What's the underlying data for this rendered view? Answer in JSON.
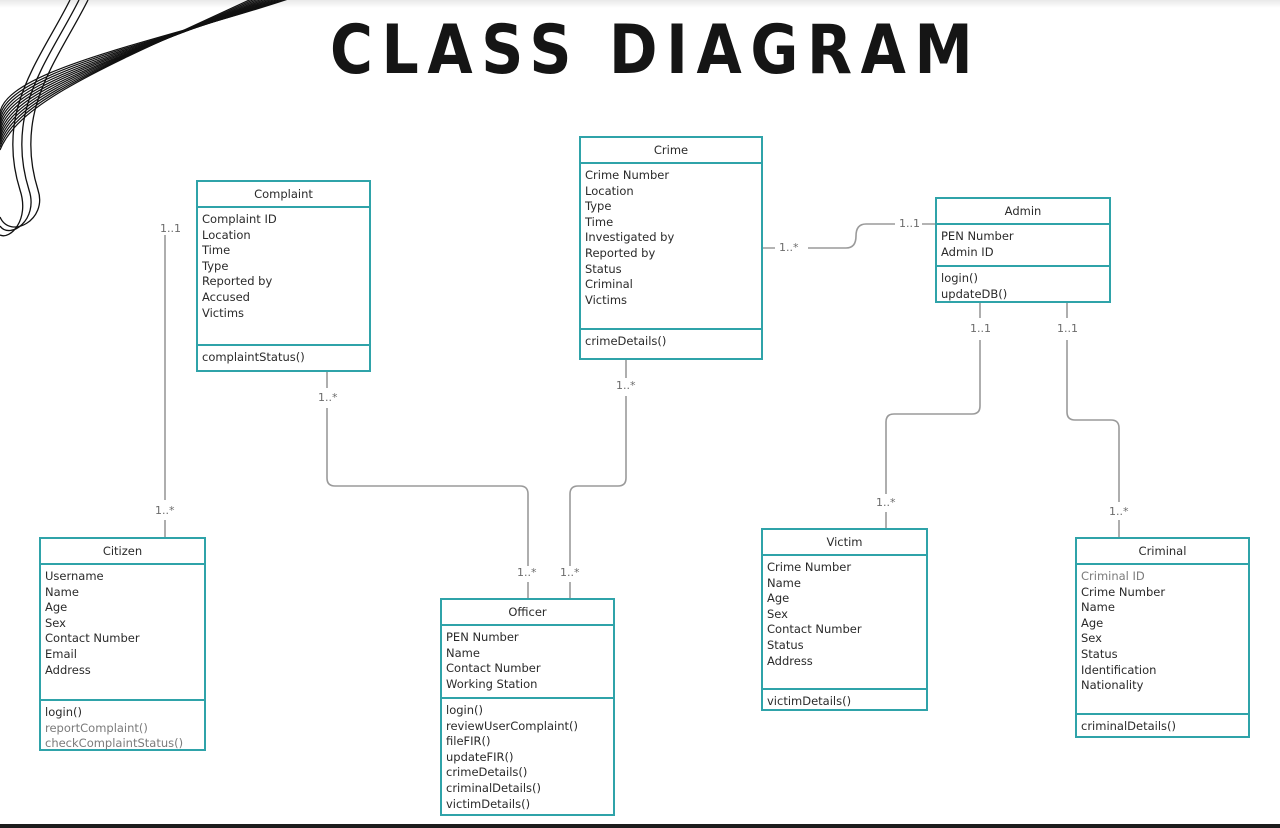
{
  "title": "CLASS DIAGRAM",
  "colors": {
    "box_border": "#2fa3a9",
    "line": "#9a9a9a",
    "title": "#151515"
  },
  "classes": {
    "complaint": {
      "name": "Complaint",
      "attributes": [
        "Complaint ID",
        "Location",
        "Time",
        "Type",
        "Reported by",
        "Accused",
        "Victims"
      ],
      "operations": [
        "complaintStatus()"
      ]
    },
    "crime": {
      "name": "Crime",
      "attributes": [
        "Crime Number",
        "Location",
        "Type",
        "Time",
        "Investigated by",
        "Reported by",
        "Status",
        "Criminal",
        "Victims"
      ],
      "operations": [
        "crimeDetails()"
      ]
    },
    "admin": {
      "name": "Admin",
      "attributes": [
        "PEN Number",
        "Admin ID"
      ],
      "operations": [
        "login()",
        "updateDB()"
      ]
    },
    "citizen": {
      "name": "Citizen",
      "attributes": [
        "Username",
        "Name",
        "Age",
        "Sex",
        "Contact Number",
        "Email",
        "Address"
      ],
      "operations": [
        "login()",
        "reportComplaint()",
        "checkComplaintStatus()"
      ]
    },
    "officer": {
      "name": "Officer",
      "attributes": [
        "PEN Number",
        "Name",
        "Contact Number",
        "Working Station"
      ],
      "operations": [
        "login()",
        "reviewUserComplaint()",
        "fileFIR()",
        "updateFIR()",
        "crimeDetails()",
        "criminalDetails()",
        "victimDetails()"
      ]
    },
    "victim": {
      "name": "Victim",
      "attributes": [
        "Crime Number",
        "Name",
        "Age",
        "Sex",
        "Contact Number",
        "Status",
        "Address"
      ],
      "operations": [
        "victimDetails()"
      ]
    },
    "criminal": {
      "name": "Criminal",
      "attributes": [
        "Criminal ID",
        "Crime Number",
        "Name",
        "Age",
        "Sex",
        "Status",
        "Identification",
        "Nationality"
      ],
      "operations": [
        "criminalDetails()"
      ]
    }
  },
  "multiplicities": {
    "complaint_citizen_top": "1..1",
    "complaint_citizen_bottom": "1..*",
    "complaint_officer_top": "1..*",
    "complaint_officer_bottom": "1..*",
    "crime_officer_top": "1..*",
    "crime_officer_bottom": "1..*",
    "crime_admin_left": "1..*",
    "crime_admin_right": "1..1",
    "admin_victim_top": "1..1",
    "admin_victim_bottom": "1..*",
    "admin_criminal_top": "1..1",
    "admin_criminal_bottom": "1..*"
  }
}
